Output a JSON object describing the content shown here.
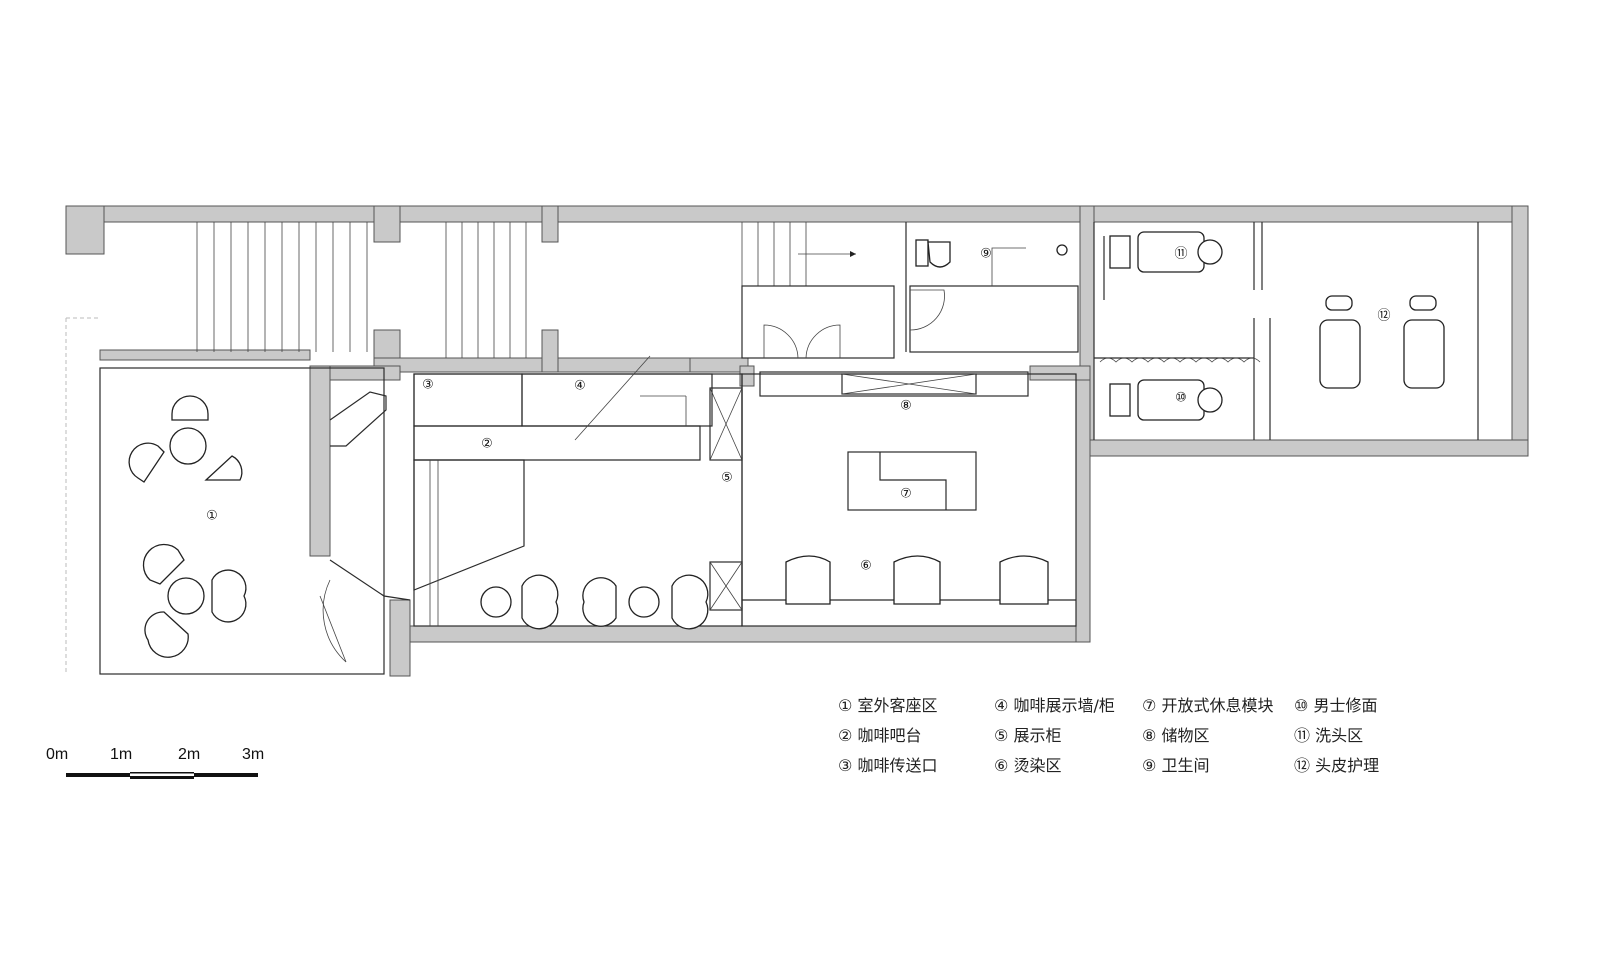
{
  "room_markers": [
    "①",
    "②",
    "③",
    "④",
    "⑤",
    "⑥",
    "⑦",
    "⑧",
    "⑨",
    "⑩",
    "⑪",
    "⑫"
  ],
  "legend": [
    {
      "marker": "①",
      "label": "室外客座区"
    },
    {
      "marker": "②",
      "label": "咖啡吧台"
    },
    {
      "marker": "③",
      "label": "咖啡传送口"
    },
    {
      "marker": "④",
      "label": "咖啡展示墙/柜"
    },
    {
      "marker": "⑤",
      "label": "展示柜"
    },
    {
      "marker": "⑥",
      "label": "烫染区"
    },
    {
      "marker": "⑦",
      "label": "开放式休息模块"
    },
    {
      "marker": "⑧",
      "label": "储物区"
    },
    {
      "marker": "⑨",
      "label": "卫生间"
    },
    {
      "marker": "⑩",
      "label": "男士修面"
    },
    {
      "marker": "⑪",
      "label": "洗头区"
    },
    {
      "marker": "⑫",
      "label": "头皮护理"
    }
  ],
  "scale_bar": {
    "labels": [
      "0m",
      "1m",
      "2m",
      "3m"
    ]
  },
  "colors": {
    "wall": "#c9c9c9",
    "line": "#2b2b2b",
    "text": "#222222"
  }
}
